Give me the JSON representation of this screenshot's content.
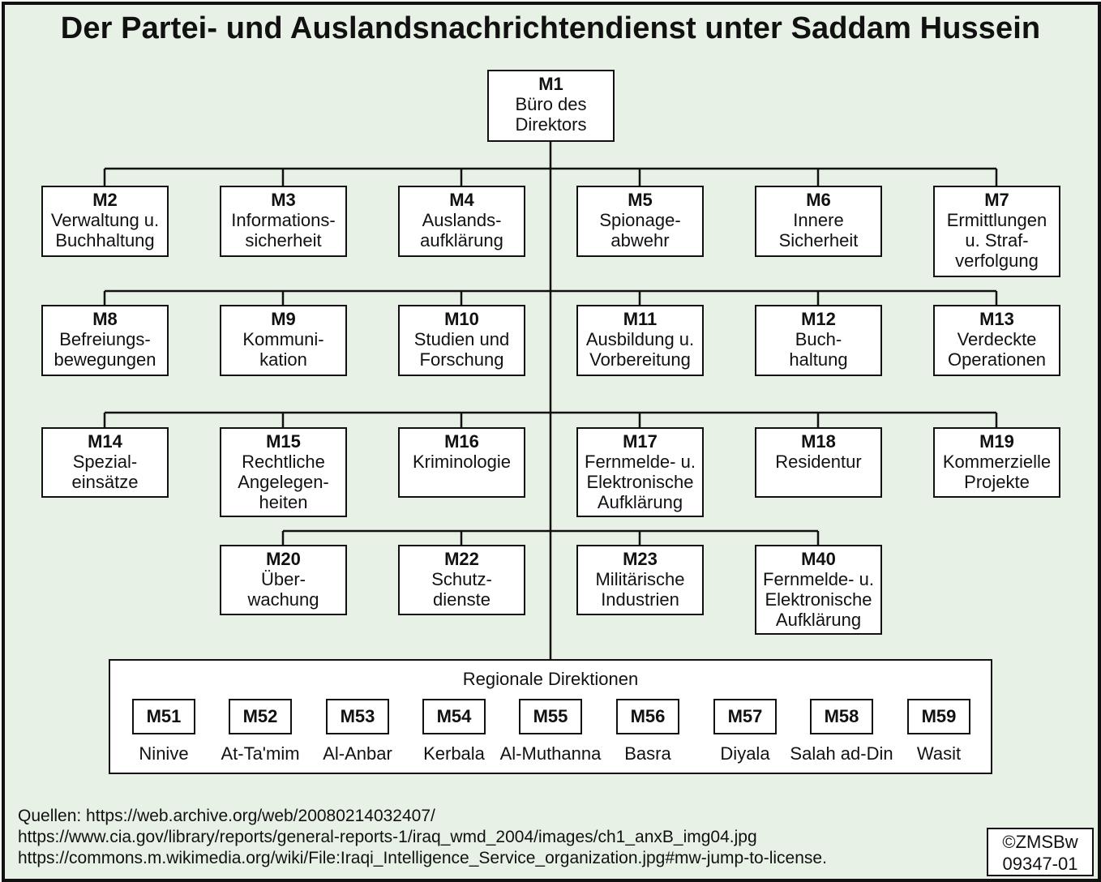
{
  "title": "Der Partei- und Auslandsnachrichtendienst unter Saddam Hussein",
  "director": {
    "code": "M1",
    "name": "Büro des\nDirektors"
  },
  "rows": [
    [
      {
        "code": "M2",
        "name": "Verwaltung u.\nBuchhaltung"
      },
      {
        "code": "M3",
        "name": "Informations-\nsicherheit"
      },
      {
        "code": "M4",
        "name": "Auslands-\naufklärung"
      },
      {
        "code": "M5",
        "name": "Spionage-\nabwehr"
      },
      {
        "code": "M6",
        "name": "Innere\nSicherheit"
      },
      {
        "code": "M7",
        "name": "Ermittlungen\nu. Straf-\nverfolgung"
      }
    ],
    [
      {
        "code": "M8",
        "name": "Befreiungs-\nbewegungen"
      },
      {
        "code": "M9",
        "name": "Kommuni-\nkation"
      },
      {
        "code": "M10",
        "name": "Studien und\nForschung"
      },
      {
        "code": "M11",
        "name": "Ausbildung u.\nVorbereitung"
      },
      {
        "code": "M12",
        "name": "Buch-\nhaltung"
      },
      {
        "code": "M13",
        "name": "Verdeckte\nOperationen"
      }
    ],
    [
      {
        "code": "M14",
        "name": "Spezial-\neinsätze"
      },
      {
        "code": "M15",
        "name": "Rechtliche\nAngelegen-\nheiten"
      },
      {
        "code": "M16",
        "name": "Kriminologie"
      },
      {
        "code": "M17",
        "name": "Fernmelde- u.\nElektronische\nAufklärung"
      },
      {
        "code": "M18",
        "name": "Residentur"
      },
      {
        "code": "M19",
        "name": "Kommerzielle\nProjekte"
      }
    ],
    [
      {
        "code": "M20",
        "name": "Über-\nwachung"
      },
      {
        "code": "M22",
        "name": "Schutz-\ndienste"
      },
      {
        "code": "M23",
        "name": "Militärische\nIndustrien"
      },
      {
        "code": "M40",
        "name": "Fernmelde- u.\nElektronische\nAufklärung"
      }
    ]
  ],
  "regional": {
    "title": "Regionale Direktionen",
    "items": [
      {
        "code": "M51",
        "name": "Ninive"
      },
      {
        "code": "M52",
        "name": "At-Ta'mim"
      },
      {
        "code": "M53",
        "name": "Al-Anbar"
      },
      {
        "code": "M54",
        "name": "Kerbala"
      },
      {
        "code": "M55",
        "name": "Al-Muthanna"
      },
      {
        "code": "M56",
        "name": "Basra"
      },
      {
        "code": "M57",
        "name": "Diyala"
      },
      {
        "code": "M58",
        "name": "Salah ad-Din"
      },
      {
        "code": "M59",
        "name": "Wasit"
      }
    ]
  },
  "sources": [
    "Quellen: https://web.archive.org/web/20080214032407/",
    "https://www.cia.gov/library/reports/general-reports-1/iraq_wmd_2004/images/ch1_anxB_img04.jpg",
    "https://commons.m.wikimedia.org/wiki/File:Iraqi_Intelligence_Service_organization.jpg#mw-jump-to-license."
  ],
  "copyright": {
    "line1": "©ZMSBw",
    "line2": "09347-01"
  }
}
